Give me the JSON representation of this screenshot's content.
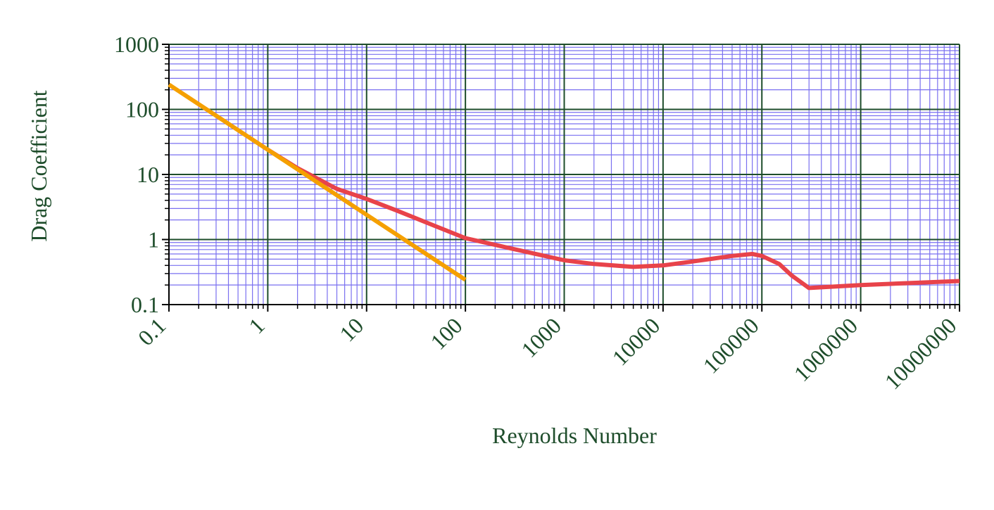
{
  "chart_data": {
    "type": "line",
    "title": "",
    "xlabel": "Reynolds Number",
    "ylabel": "Drag Coefficient",
    "x_scale": "log",
    "y_scale": "log",
    "xlim": [
      0.1,
      10000000
    ],
    "ylim": [
      0.1,
      1000
    ],
    "x_ticks": [
      "0.1",
      "1",
      "10",
      "100",
      "1000",
      "10000",
      "100000",
      "1000000",
      "10000000"
    ],
    "y_ticks": [
      "0.1",
      "1",
      "10",
      "100",
      "1000"
    ],
    "grid": true,
    "legend": "none",
    "series": [
      {
        "color": "#e8434a",
        "points": [
          [
            1,
            24
          ],
          [
            2,
            12.5
          ],
          [
            5,
            6
          ],
          [
            10,
            4.2
          ],
          [
            20,
            2.8
          ],
          [
            50,
            1.6
          ],
          [
            100,
            1.05
          ],
          [
            300,
            0.72
          ],
          [
            1000,
            0.48
          ],
          [
            2000,
            0.42
          ],
          [
            5000,
            0.38
          ],
          [
            10000,
            0.4
          ],
          [
            20000,
            0.46
          ],
          [
            50000,
            0.56
          ],
          [
            80000,
            0.6
          ],
          [
            100000,
            0.56
          ],
          [
            150000,
            0.42
          ],
          [
            200000,
            0.28
          ],
          [
            300000,
            0.18
          ],
          [
            1000000,
            0.2
          ],
          [
            10000000,
            0.23
          ]
        ]
      },
      {
        "color": "#f5a000",
        "points": [
          [
            0.1,
            240
          ],
          [
            100,
            0.24
          ]
        ]
      }
    ],
    "colors": {
      "grid_minor": "#7a70f0",
      "grid_major": "#1e4d2b",
      "axis_text": "#1e4d2b",
      "axis_line": "#000000"
    }
  }
}
